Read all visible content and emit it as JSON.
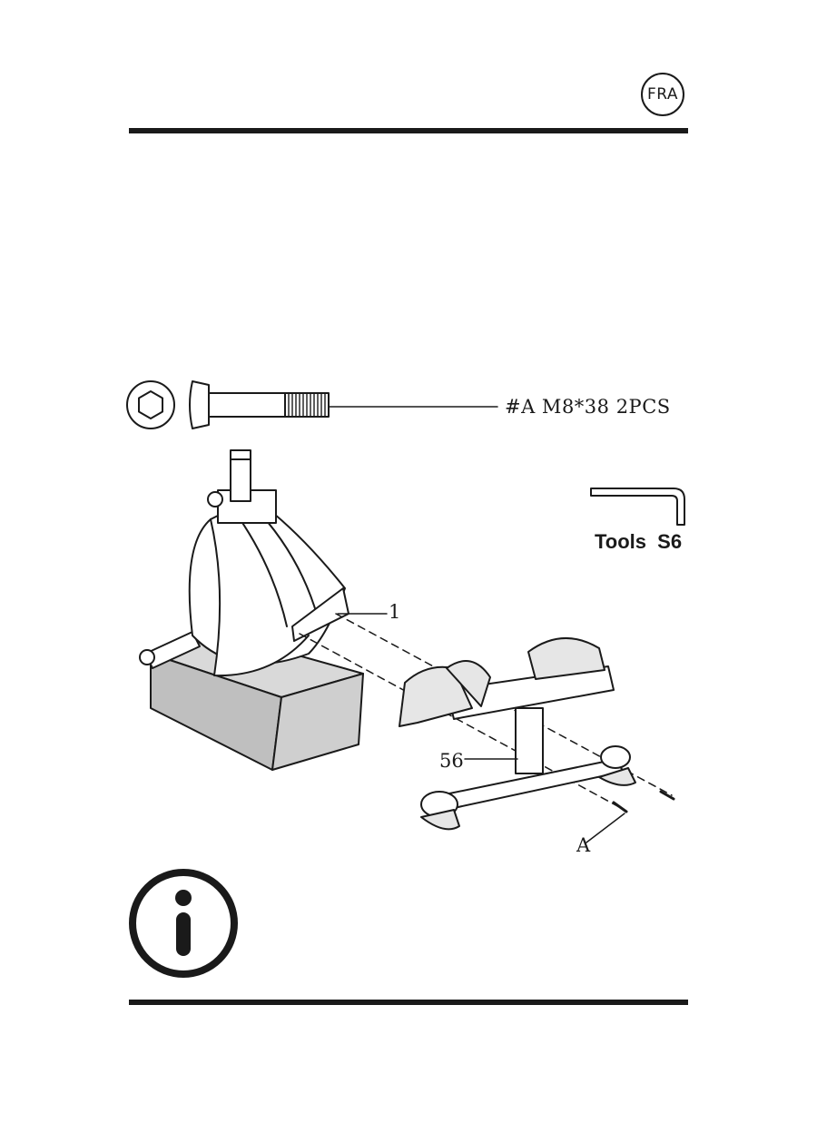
{
  "header": {
    "language_badge": "FRA"
  },
  "hardware": {
    "label": "#A M8*38 2PCS"
  },
  "tools": {
    "label": "Tools S6"
  },
  "callouts": {
    "part_1": "1",
    "part_56": "56",
    "bolt_a": "A"
  },
  "icons": {
    "info": "info-icon",
    "hex_head": "hex-socket-icon",
    "bolt": "bolt-icon",
    "allen_key": "allen-key-icon"
  }
}
